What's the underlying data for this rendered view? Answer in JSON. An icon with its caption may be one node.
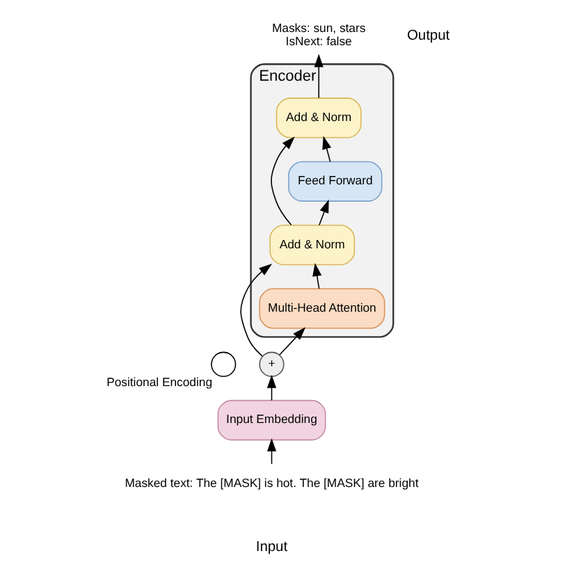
{
  "diagram": {
    "nodes": [
      {
        "text": [
          "Encoder"
        ]
      },
      {
        "text": [
          "Add & Norm"
        ],
        "in": 0
      },
      {
        "text": [
          "Feed Forward"
        ],
        "in": 0
      },
      {
        "text": [
          "Add & Norm"
        ],
        "in": 0
      },
      {
        "text": [
          "Multi-Head Attention"
        ],
        "in": 0
      },
      {
        "text": [
          "+"
        ]
      },
      {
        "text": [],
        "shape": "circle",
        "beside": [
          "Positional Encoding"
        ]
      },
      {
        "text": [
          "Input Embedding"
        ]
      },
      {
        "text": [
          "Masked text: The [MASK] is hot. The [MASK] are bright"
        ]
      },
      {
        "text": [
          "Masks: sun, stars",
          "IsNext: false"
        ]
      }
    ],
    "edges": [
      {
        "from": 8,
        "to": 7,
        "arrow": "to"
      },
      {
        "from": 7,
        "to": 5,
        "arrow": "to"
      },
      {
        "from": 5,
        "to": 4,
        "arrow": "to"
      },
      {
        "from": 5,
        "to": 3,
        "arrow": "to"
      },
      {
        "from": 4,
        "to": 3,
        "arrow": "to"
      },
      {
        "from": 3,
        "to": 2,
        "arrow": "to"
      },
      {
        "from": 3,
        "to": 1,
        "arrow": "to"
      },
      {
        "from": 2,
        "to": 1,
        "arrow": "to"
      },
      {
        "from": 1,
        "to": 9,
        "arrow": "to"
      }
    ],
    "labels": [
      "Output",
      "Input"
    ]
  }
}
